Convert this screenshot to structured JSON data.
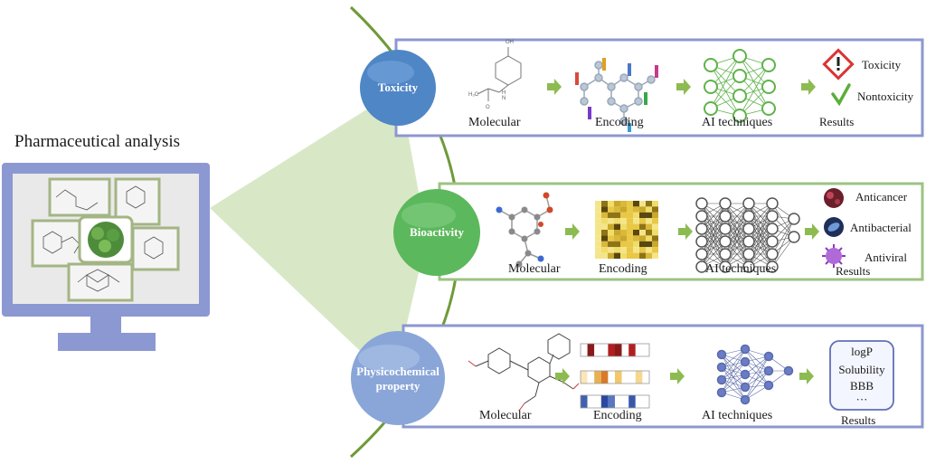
{
  "title": "Pharmaceutical analysis",
  "rows": [
    {
      "id": "toxicity",
      "circle_label": "Toxicity",
      "color": "#4f86c6",
      "steps": [
        "Molecular",
        "Encoding",
        "AI techniques",
        "Results"
      ],
      "results": [
        "Toxicity",
        "Nontoxicity"
      ]
    },
    {
      "id": "bioactivity",
      "circle_label": "Bioactivity",
      "color": "#5cb85c",
      "steps": [
        "Molecular",
        "Encoding",
        "AI techniques",
        "Results"
      ],
      "results": [
        "Anticancer",
        "Antibacterial",
        "Antiviral"
      ]
    },
    {
      "id": "physicochemical",
      "circle_label": [
        "Physicochemical",
        "property"
      ],
      "color": "#8aa6d8",
      "steps": [
        "Molecular",
        "Encoding",
        "AI techniques",
        "Results"
      ],
      "results": [
        "logP",
        "Solubility",
        "BBB",
        "···"
      ]
    }
  ],
  "colors": {
    "arrow": "#8dbb52",
    "arc": "#6f9a3a",
    "fan": "#d8e8c6",
    "monitor": "#8c98d2",
    "box_border": "#8c97d0",
    "row2_border": "#9cc383"
  }
}
